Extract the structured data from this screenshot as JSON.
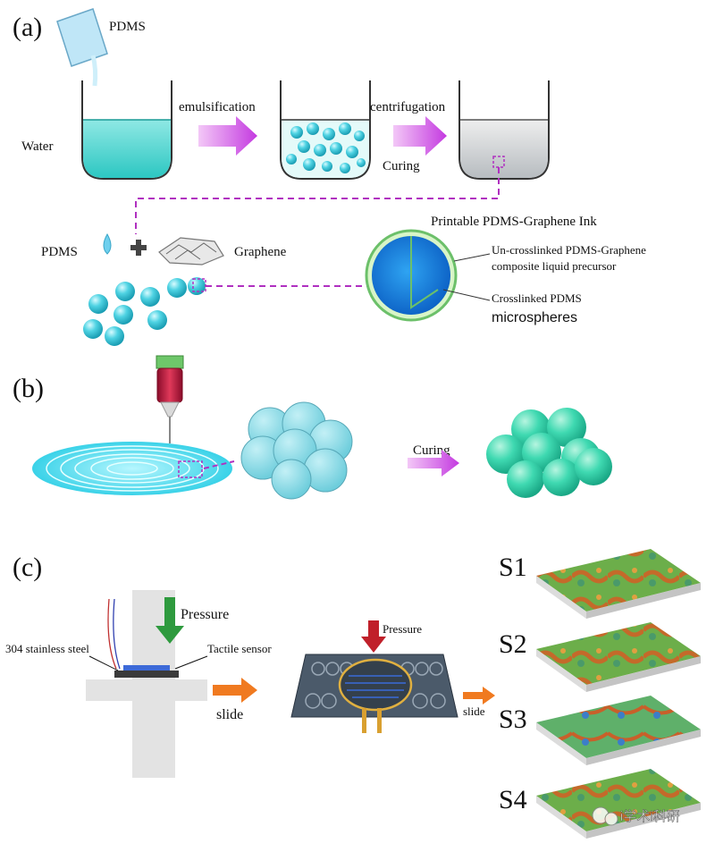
{
  "panels": {
    "a": "(a)",
    "b": "(b)",
    "c": "(c)"
  },
  "panel_a": {
    "pdms_pour": "PDMS",
    "water": "Water",
    "step1": "emulsification",
    "step2a": "centrifugation",
    "step2b": "Curing",
    "pdms_small": "PDMS",
    "graphene": "Graphene",
    "ink_title": "Printable PDMS-Graphene Ink",
    "callout1_line1": "Un-crosslinked PDMS-Graphene",
    "callout1_line2": "composite liquid precursor",
    "callout2_line1": "Crosslinked PDMS",
    "callout2_line2": "microspheres"
  },
  "panel_b": {
    "curing": "Curing"
  },
  "panel_c": {
    "pressure_left": "Pressure",
    "steel": "304 stainless steel",
    "tactile": "Tactile sensor",
    "slide_left": "slide",
    "pressure_mid": "Pressure",
    "slide_mid": "slide",
    "samples": [
      "S1",
      "S2",
      "S3",
      "S4"
    ]
  },
  "watermark": "i学术i科研",
  "colors": {
    "arrow_purple": "#c43ae0",
    "cyan": "#2fd0d8",
    "mint": "#3dd8b0",
    "dashed": "#b030c0",
    "orange": "#f07a20",
    "green_arrow": "#2e9a3e",
    "red_arrow": "#c0202a"
  }
}
